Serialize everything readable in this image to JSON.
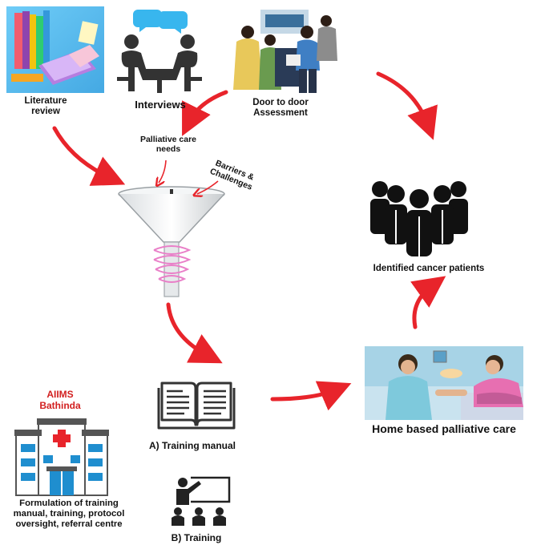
{
  "nodes": {
    "literature_review": "Literature\nreview",
    "interviews": "Interviews",
    "door_to_door": "Door to door\nAssessment",
    "palliative_needs": "Palliative care\nneeds",
    "barriers": "Barriers &\nChallenges",
    "identified": "Identified cancer patients",
    "home_care": "Home based palliative care",
    "training_manual": "A) Training manual",
    "training": "B) Training",
    "aiims": "AIIMS\nBathinda",
    "formulation": "Formulation of training\nmanual, training, protocol\noversight, referral centre"
  },
  "icons": [
    "books-laptop-icon",
    "interview-people-icon",
    "door-to-door-photo",
    "funnel-icon",
    "people-group-icon",
    "home-care-photo",
    "book-manual-icon",
    "teacher-training-icon",
    "hospital-building-icon"
  ],
  "colors": {
    "arrow": "#e8242b",
    "aiims_text": "#d22020",
    "hospital_blue": "#1f8ecf",
    "coil": "#e97fc8"
  }
}
